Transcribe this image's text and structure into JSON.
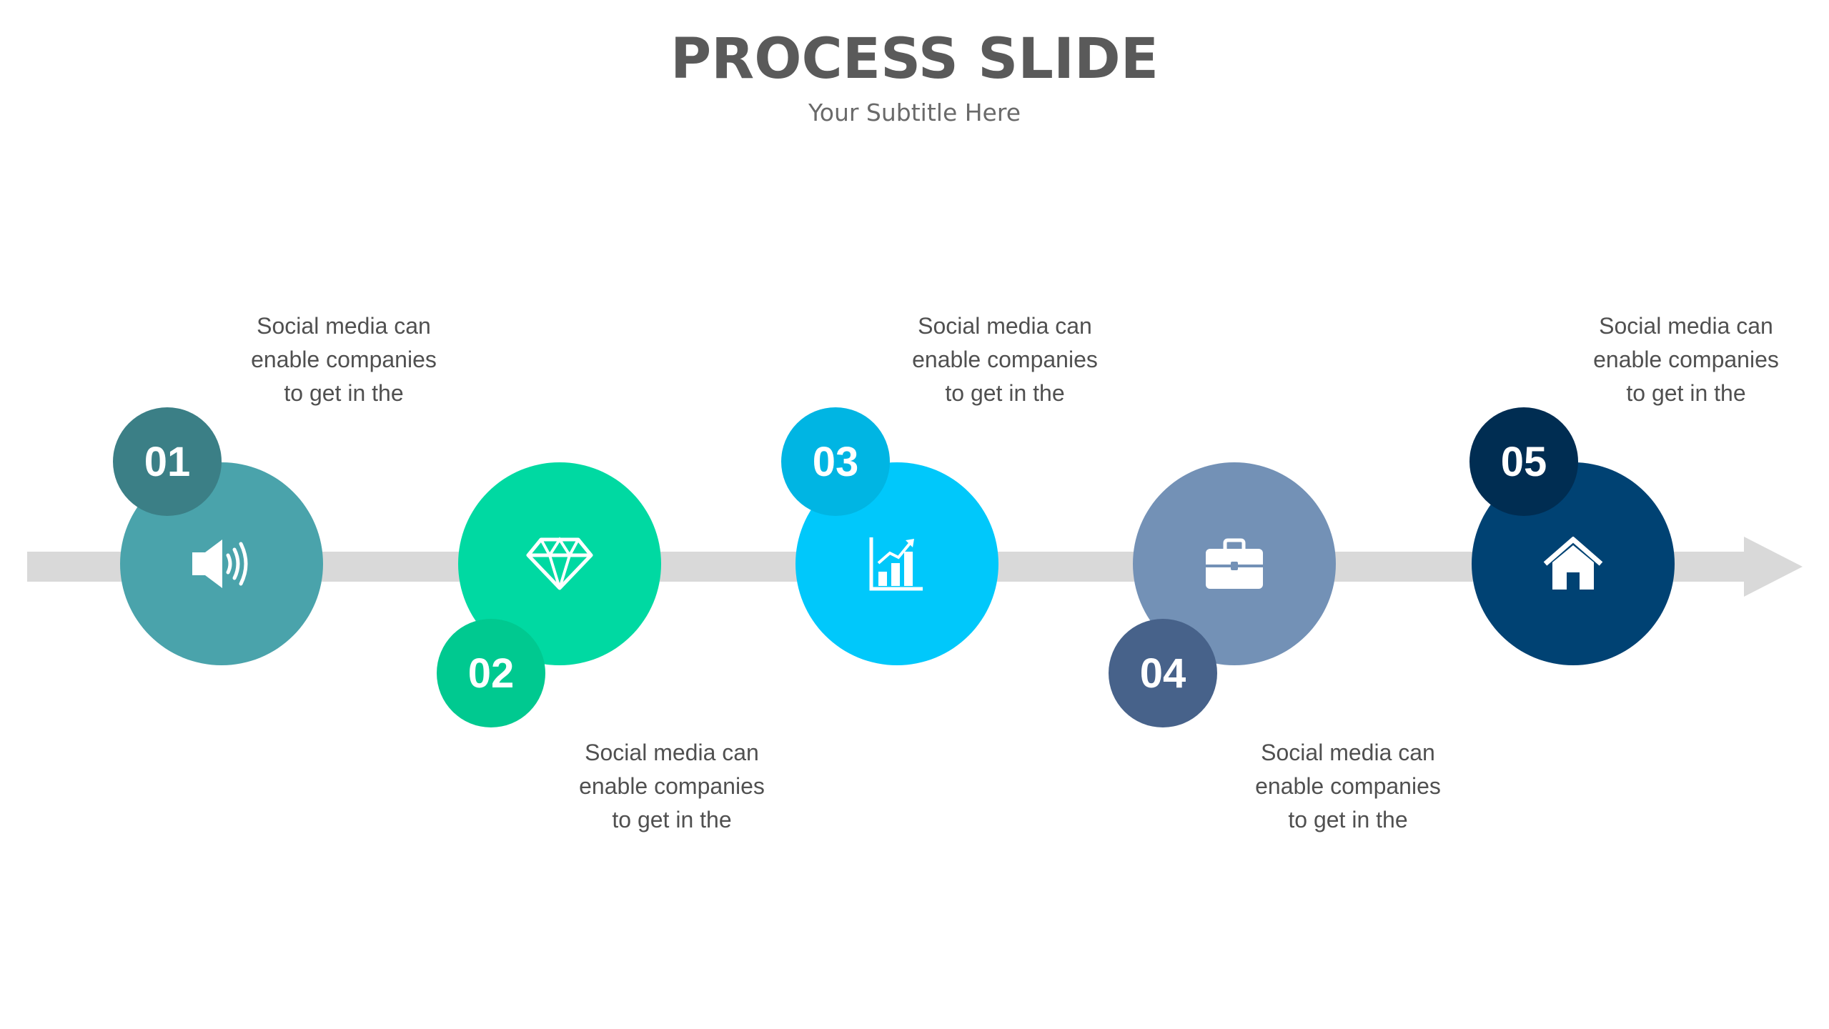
{
  "slide": {
    "title": "PROCESS SLIDE",
    "subtitle": "Your Subtitle  Here"
  },
  "colors": {
    "arrow": "#d9d9d9",
    "step1": "#4aa3ab",
    "step1_badge": "#3b7f86",
    "step2": "#00d9a2",
    "step2_badge": "#00c990",
    "step3": "#00c8fb",
    "step3_badge": "#00b5e3",
    "step4": "#7391b6",
    "step4_badge": "#47628a",
    "step5": "#004273",
    "step5_badge": "#002d52"
  },
  "steps": [
    {
      "number": "01",
      "icon": "megaphone-icon",
      "text_lines": [
        "Social media can",
        "enable companies",
        "to get in the"
      ]
    },
    {
      "number": "02",
      "icon": "diamond-icon",
      "text_lines": [
        "Social media can",
        "enable companies",
        "to get in the"
      ]
    },
    {
      "number": "03",
      "icon": "bar-chart-icon",
      "text_lines": [
        "Social media can",
        "enable companies",
        "to get in the"
      ]
    },
    {
      "number": "04",
      "icon": "briefcase-icon",
      "text_lines": [
        "Social media can",
        "enable companies",
        "to get in the"
      ]
    },
    {
      "number": "05",
      "icon": "home-icon",
      "text_lines": [
        "Social media can",
        "enable companies",
        "to get in the"
      ]
    }
  ]
}
